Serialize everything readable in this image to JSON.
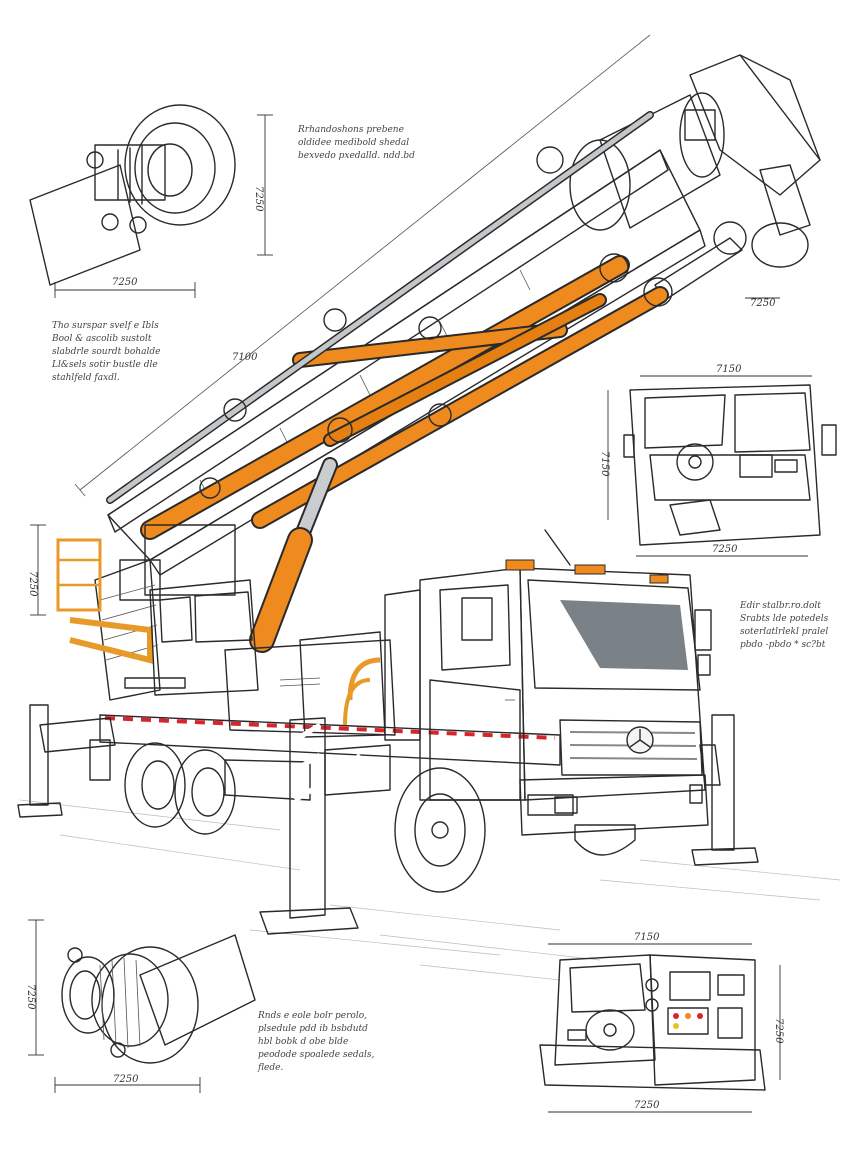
{
  "colors": {
    "boom_orange": "#ee8a1e",
    "boom_grey": "#d9dcdf",
    "outrigger_red": "#d8252c",
    "cab_white": "#f4f4f4",
    "ink": "#2a2a2a",
    "bumper_grey": "#4a4d52"
  },
  "dimensions": {
    "pipe_detail_width": "7250",
    "pipe_detail_height": "7250",
    "boom_length": "7100",
    "tip_detail": "7250",
    "cab_detail_width": "7150",
    "cab_detail_height": "7150",
    "cab_detail_bottom": "7250",
    "turret_height": "7250",
    "coupling_detail_height": "7250",
    "coupling_detail_width": "7250",
    "console_detail_top": "7150",
    "console_detail_height": "7250",
    "console_detail_bottom": "7250"
  },
  "notes": {
    "top_right": [
      "Rrhandoshons prebene",
      "oldidee medibold shedal",
      "bexvedo pxedalld. ndd.bd"
    ],
    "left_mid": [
      "Tho surspar svelf e Ibls",
      "Bool & ascolib sustolt",
      "slabdrle sourdt bohalde",
      "Ll&sels sotir bustle dle",
      "stahlfeld faxdl."
    ],
    "right_mid": [
      "Edir stalbr.ro.dolt",
      "Srabts lde potedels",
      "soterlatlrlekl pralel",
      "pbdo -pbdo * sc?bt"
    ],
    "bottom_mid": [
      "Rnds e eole bolr perolo,",
      "plsedule pdd ib bsbdutd",
      "hbl bobk d obe blde",
      "peodode spoalede sedals,",
      "flede."
    ]
  }
}
